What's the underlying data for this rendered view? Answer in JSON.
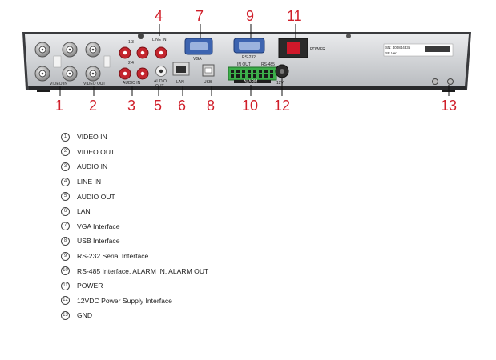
{
  "panel": {
    "port_labels": {
      "video_in": "VIDEO IN",
      "video_out": "VIDEO OUT",
      "audio_in": "AUDIO IN",
      "line_in": "LINE IN",
      "audio_out_1": "AUDIO",
      "audio_out_2": "OUT",
      "lan": "LAN",
      "vga": "VGA",
      "usb": "USB",
      "rs232": "RS-232",
      "rs485": "RS-485",
      "alarm": "ALARM",
      "in_out": "IN   OUT",
      "power": "POWER",
      "dc12v": "12V",
      "group_13": "1 3",
      "group_24": "2 4"
    },
    "sticker": {
      "serial": "SN: 400844335",
      "version": "SF Ver"
    }
  },
  "callouts": [
    "1",
    "2",
    "3",
    "4",
    "5",
    "6",
    "7",
    "8",
    "9",
    "10",
    "11",
    "12",
    "13"
  ],
  "legend": [
    {
      "mark": "1",
      "text": "VIDEO IN"
    },
    {
      "mark": "2",
      "text": "VIDEO OUT"
    },
    {
      "mark": "3",
      "text": "AUDIO IN"
    },
    {
      "mark": "4",
      "text": "LINE IN"
    },
    {
      "mark": "5",
      "text": "AUDIO OUT"
    },
    {
      "mark": "6",
      "text": "LAN"
    },
    {
      "mark": "7",
      "text": "VGA Interface"
    },
    {
      "mark": "8",
      "text": "USB Interface"
    },
    {
      "mark": "9",
      "text": "RS-232 Serial Interface"
    },
    {
      "mark": "10",
      "text": "RS-485 Interface, ALARM IN, ALARM OUT"
    },
    {
      "mark": "11",
      "text": "POWER"
    },
    {
      "mark": "12",
      "text": "12VDC Power Supply Interface"
    },
    {
      "mark": "13",
      "text": "GND"
    }
  ]
}
